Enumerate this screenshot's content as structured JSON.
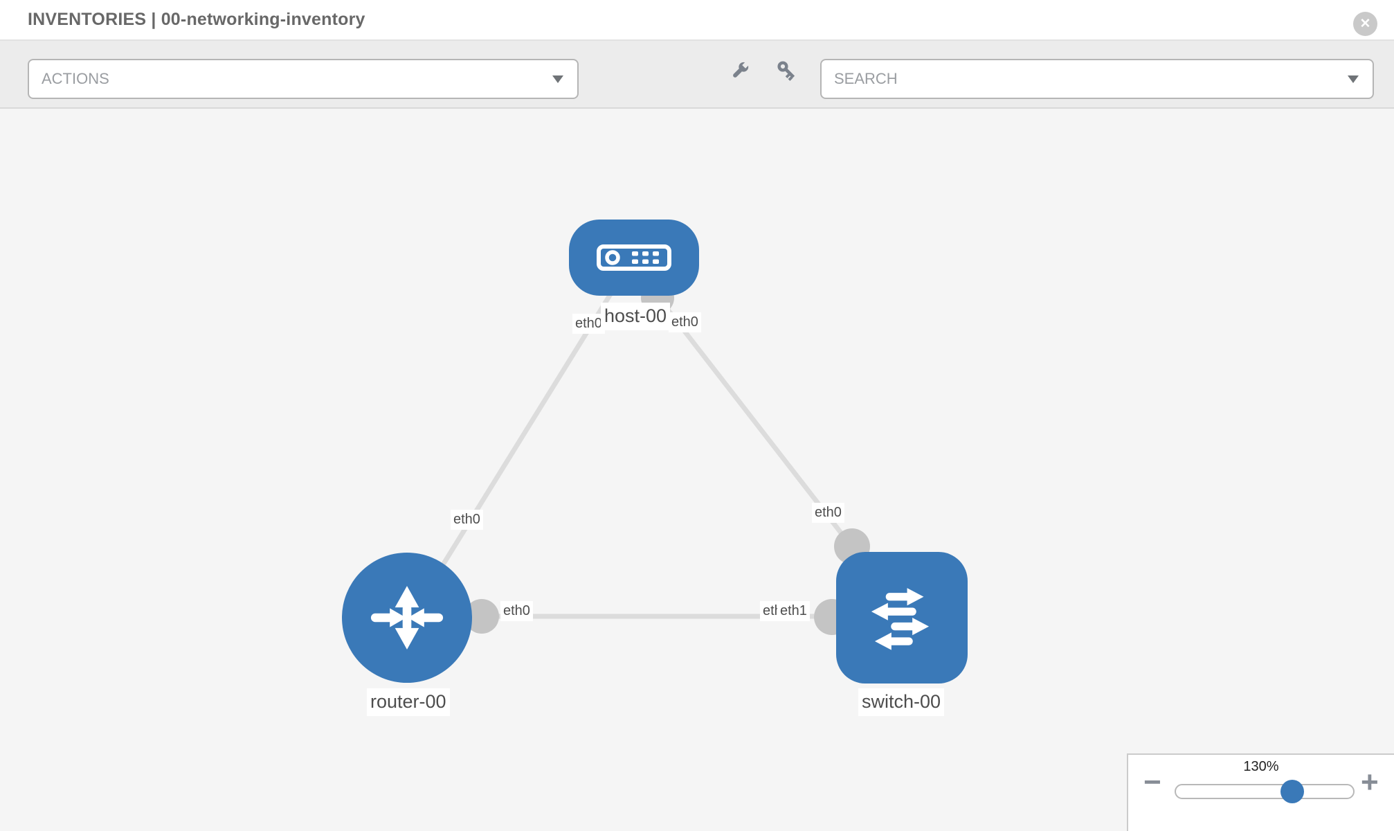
{
  "header": {
    "title": "INVENTORIES | 00-networking-inventory",
    "close_icon": "✕"
  },
  "toolbar": {
    "actions_label": "ACTIONS",
    "search_label": "SEARCH",
    "icons": {
      "left_tool": "wrench-icon",
      "right_tool": "key-icon",
      "dropdown": "caret-down-icon"
    }
  },
  "topology": {
    "nodes": [
      {
        "id": "host-00",
        "type": "host",
        "label": "host-00"
      },
      {
        "id": "router-00",
        "type": "router",
        "label": "router-00"
      },
      {
        "id": "switch-00",
        "type": "switch",
        "label": "switch-00"
      }
    ],
    "links": [
      {
        "from": "host-00",
        "to": "router-00",
        "from_iface": "eth0",
        "to_iface": "eth0"
      },
      {
        "from": "host-00",
        "to": "switch-00",
        "from_iface": "eth0",
        "to_iface": "eth0"
      },
      {
        "from": "router-00",
        "to": "switch-00",
        "from_iface": "eth0",
        "to_iface": "eth1"
      }
    ],
    "iface_labels": {
      "host_left": "eth0",
      "host_right": "eth0",
      "router_uplink": "eth0",
      "switch_uplink": "eth0",
      "router_bottom": "eth0",
      "switch_bottom_under": "eth0",
      "switch_bottom_over": "eth1"
    }
  },
  "zoom_control": {
    "value": "130%",
    "minus": "−",
    "plus": "+"
  },
  "colors": {
    "node_blue": "#3a79b8",
    "link_gray": "#dcdcdc",
    "port_gray": "#c4c4c4",
    "toolbar_bg": "#ececec",
    "canvas_bg": "#f5f5f5"
  }
}
